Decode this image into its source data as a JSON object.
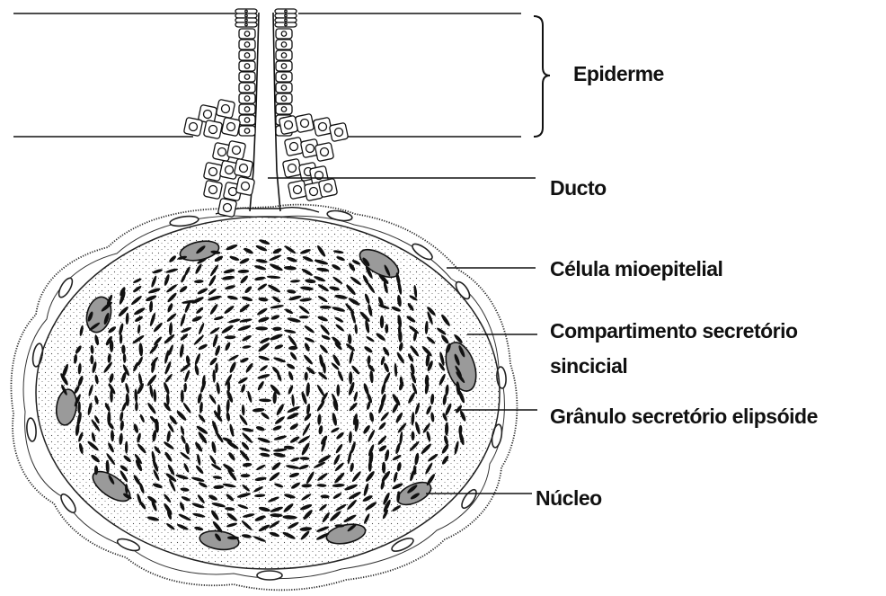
{
  "labels": {
    "epiderme": "Epiderme",
    "ducto": "Ducto",
    "celula_mioepitelial": "Célula mioepitelial",
    "compartimento_line1": "Compartimento secretório",
    "compartimento_line2": "sincicial",
    "granulo": "Grânulo secretório elipsóide",
    "nucleo": "Núcleo"
  },
  "colors": {
    "ink": "#111111",
    "paper": "#ffffff",
    "nucleus_fill": "#8a8a8a"
  }
}
